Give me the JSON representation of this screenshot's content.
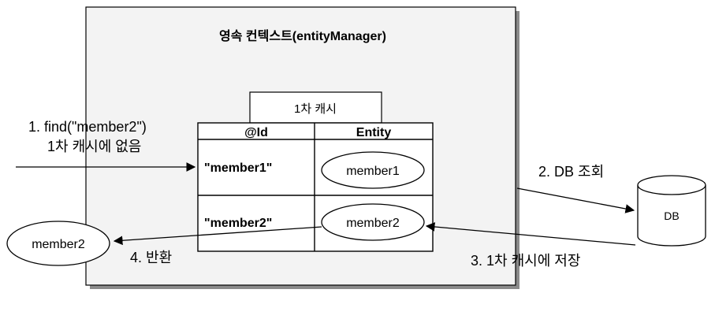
{
  "context": {
    "title": "영속 컨텍스트(entityManager)"
  },
  "cache": {
    "label": "1차 캐시",
    "headers": {
      "id": "@Id",
      "entity": "Entity"
    },
    "rows": [
      {
        "id": "\"member1\"",
        "entity": "member1"
      },
      {
        "id": "\"member2\"",
        "entity": "member2"
      }
    ]
  },
  "steps": {
    "find_line1": "1. find(\"member2\")",
    "find_line2": "1차 캐시에 없음",
    "db_query": "2. DB 조회",
    "save_cache": "3. 1차 캐시에 저장",
    "return": "4. 반환"
  },
  "db": {
    "label": "DB"
  },
  "result": {
    "label": "member2"
  }
}
